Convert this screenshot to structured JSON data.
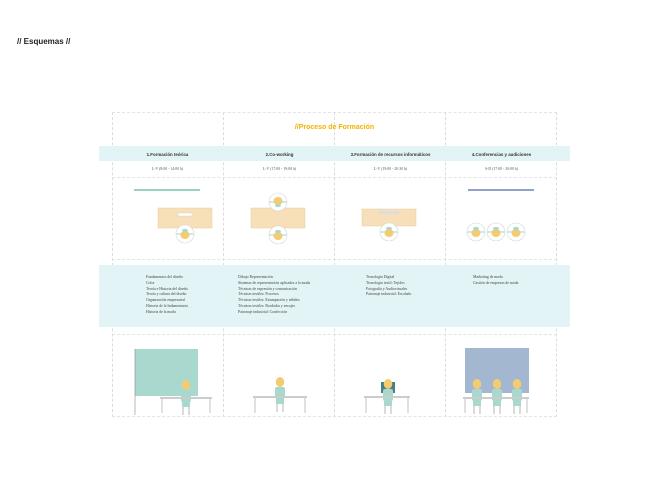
{
  "page": {
    "heading": "// Esquemas //"
  },
  "diagram": {
    "title": "//Proceso de Formación",
    "colors": {
      "title": "#f0b400",
      "band": "#e2f4f5",
      "board_green": "#a9d8cf",
      "board_blue": "#a3b8d0",
      "desk": "#f6dfb9",
      "line_green": "#9ad2c2",
      "line_blue": "#8fa3cc",
      "hair": "#f3cc72"
    },
    "stages": [
      {
        "heading": "1.Formación teórica",
        "schedule": "L-V (8:00 - 14:00 h)",
        "subjects": [
          "Fundamentos del diseño",
          "Color",
          "Teoría e Historia del diseño",
          "Teoría y cultura del diseño",
          "Organización empresarial",
          "Historia de la Indumentaria",
          "Historia de la moda"
        ]
      },
      {
        "heading": "2.Co-working",
        "schedule": "L-V (17:00 - 19:00 h)",
        "subjects": [
          "Dibujo Representación",
          "Sistemas de representación aplicados a la moda",
          "Técnicas de expresión y comunicación",
          "Técnicas textiles: Procesos",
          "Técnicas textiles: Estampación y teñidos",
          "Técnicas textiles: Bordados y encajes",
          "Patronaje industrial: Confección"
        ]
      },
      {
        "heading": "3.Formación de recursos informáticos",
        "schedule": "L-V (19:00 - 20:30 h)",
        "subjects": [
          "Tecnología Digital",
          "Tecnología textil: Tejidos",
          "Fotografía y Audiovisuales",
          "Patronaje industrial: Escalado"
        ]
      },
      {
        "heading": "4.Conferencias y audiciones",
        "schedule": "S-D (17:00 - 20:00 h)",
        "subjects": [
          "Marketing de moda",
          "Gestión de empresas de moda"
        ]
      }
    ]
  }
}
